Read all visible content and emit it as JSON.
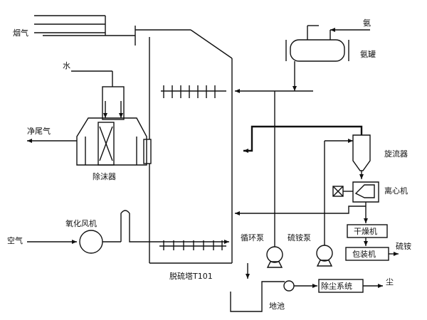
{
  "labels": {
    "flue_gas": "烟气",
    "water": "水",
    "clean_gas": "净尾气",
    "demister": "除沫器",
    "oxidation_fan": "氧化风机",
    "air": "空气",
    "absorber": "脱硫塔T101",
    "ammonia": "氨",
    "ammonia_tank": "氨罐",
    "cyclone": "旋流器",
    "centrifuge": "离心机",
    "dryer": "干燥机",
    "packing_machine": "包装机",
    "ammonium_sulfate": "硫铵",
    "circulation_pump": "循环泵",
    "ammonium_sulfate_pump": "硫铵泵",
    "dust_removal": "除尘系统",
    "dust": "尘",
    "sump": "地池"
  }
}
